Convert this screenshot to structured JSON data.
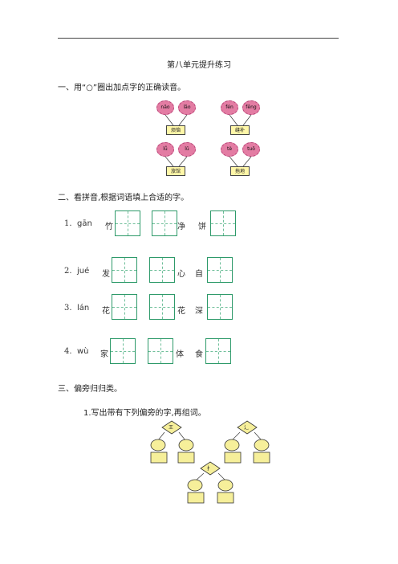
{
  "title": "第八单元提升练习",
  "sections": {
    "s1": "一、用“○”圈出加点字的正确读音。",
    "s2": "二、看拼音,根据词语填上合适的字。",
    "s3": "三、偏旁归归类。",
    "s3_sub": "1.写出带有下列偏旁的字,再组词。"
  },
  "pronunciation": [
    {
      "options": [
        "nǎo",
        "lǎo"
      ],
      "word": "烦恼"
    },
    {
      "options": [
        "fén",
        "fěng"
      ],
      "word": "缝补"
    },
    {
      "options": [
        "lǚ",
        "lǔ"
      ],
      "word": "旅馆"
    },
    {
      "options": [
        "tè",
        "tuō"
      ],
      "word": "拖地"
    }
  ],
  "fill_rows": [
    {
      "num": "1.",
      "pinyin": "gān",
      "chars": [
        "竹",
        "净",
        "饼"
      ]
    },
    {
      "num": "2.",
      "pinyin": "jué",
      "chars": [
        "发",
        "心",
        "自"
      ]
    },
    {
      "num": "3.",
      "pinyin": "lán",
      "chars": [
        "花",
        "花",
        "深"
      ]
    },
    {
      "num": "4.",
      "pinyin": "wù",
      "chars": [
        "家",
        "体",
        "食"
      ]
    }
  ],
  "radicals": [
    "王",
    "辶",
    "扌"
  ]
}
